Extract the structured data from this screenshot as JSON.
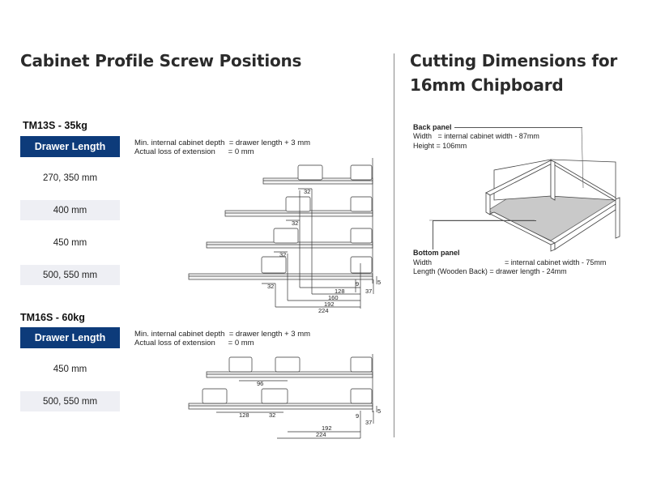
{
  "left": {
    "title": "Cabinet Profile Screw Positions",
    "tm13s": {
      "model": "TM13S - 35kg",
      "header": "Drawer Length",
      "rows": [
        "270, 350 mm",
        "400 mm",
        "450 mm",
        "500, 550 mm"
      ],
      "note_line1": "Min. internal cabinet depth  = drawer length + 3 mm",
      "note_line2": "Actual loss of extension      = 0 mm",
      "dims": {
        "d32a": "32",
        "d32b": "32",
        "d32c": "32",
        "d32d": "32",
        "d128": "128",
        "d160": "160",
        "d192": "192",
        "d224": "224",
        "d9": "9",
        "d37": "37",
        "d5": "5"
      }
    },
    "tm16s": {
      "model": "TM16S - 60kg",
      "header": "Drawer Length",
      "rows": [
        "450 mm",
        "500, 550 mm"
      ],
      "note_line1": "Min. internal cabinet depth  = drawer length + 3 mm",
      "note_line2": "Actual loss of extension      = 0 mm",
      "dims": {
        "d96": "96",
        "d128": "128",
        "d32": "32",
        "d192": "192",
        "d224": "224",
        "d9": "9",
        "d37": "37",
        "d5": "5"
      }
    }
  },
  "right": {
    "title_line1": "Cutting Dimensions for",
    "title_line2": "16mm Chipboard",
    "back_panel": {
      "heading": "Back panel",
      "line1": "Width   = internal cabinet width - 87mm",
      "line2": "Height = 106mm"
    },
    "bottom_panel": {
      "heading": "Bottom panel",
      "line1": "Width                                    = internal cabinet width - 75mm",
      "line2": "Length (Wooden Back) = drawer length - 24mm"
    }
  },
  "colors": {
    "header_bg": "#0d3b7a",
    "row_shade": "#eeeff4",
    "divider": "#8a8a8a"
  }
}
